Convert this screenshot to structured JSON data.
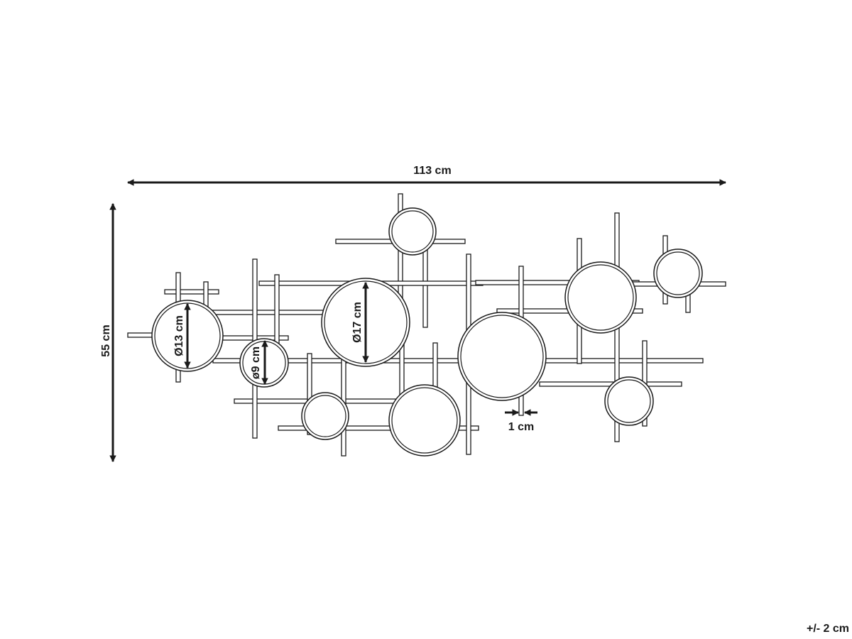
{
  "dimensions": {
    "width": "113 cm",
    "height": "55 cm",
    "diameter_large": "Ø17 cm",
    "diameter_medium": "Ø13 cm",
    "diameter_small": "ø9 cm",
    "rod_thickness": "1 cm"
  },
  "tolerance": "+/- 2 cm",
  "colors": {
    "line": "#1a1a1a",
    "background": "#ffffff"
  }
}
